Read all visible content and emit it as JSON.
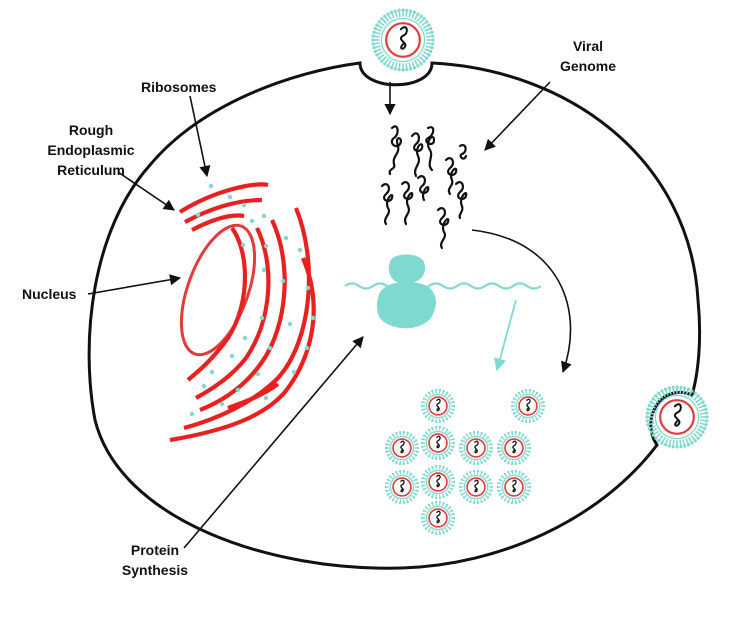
{
  "labels": {
    "ribosomes": "Ribosomes",
    "rough_er_line1": "Rough",
    "rough_er_line2": "Endoplasmic",
    "rough_er_line3": "Reticulum",
    "nucleus": "Nucleus",
    "viral_genome_line1": "Viral",
    "viral_genome_line2": "Genome",
    "protein_synthesis_line1": "Protein",
    "protein_synthesis_line2": "Synthesis"
  },
  "colors": {
    "cell_membrane": "#111111",
    "endoplasmic_reticulum": "#e8201f",
    "ribosome": "#7fd9cf",
    "virus_capsid": "#e23b3b",
    "virus_spikes": "#7fd9cf",
    "viral_genome": "#111111"
  },
  "icons": {
    "virus": "virus-particle-icon",
    "ribosome": "ribosome-icon",
    "genome": "viral-genome-icon"
  }
}
